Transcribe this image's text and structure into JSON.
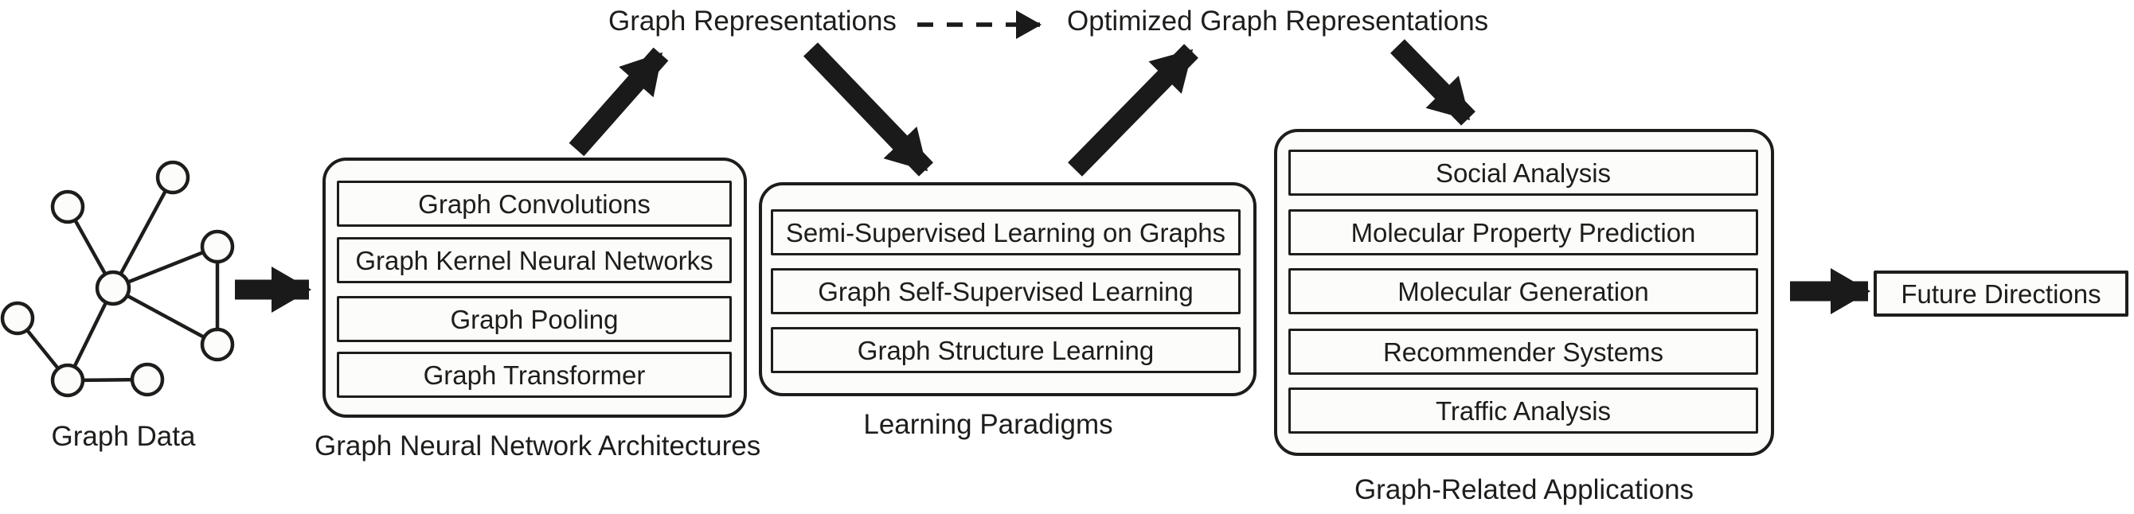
{
  "figure": {
    "colors": {
      "ink": "#1d1d1b",
      "background": "#ffffff",
      "box_fill": "#fcfcfa"
    },
    "graph_data": {
      "label": "Graph Data"
    },
    "top_flow": {
      "graph_representations": "Graph Representations",
      "optimized_graph_representations": "Optimized Graph Representations"
    },
    "gnn_architectures": {
      "label": "Graph Neural Network Architectures",
      "items": [
        "Graph Convolutions",
        "Graph Kernel Neural Networks",
        "Graph Pooling",
        "Graph Transformer"
      ]
    },
    "learning_paradigms": {
      "label": "Learning Paradigms",
      "items": [
        "Semi-Supervised Learning on Graphs",
        "Graph Self-Supervised Learning",
        "Graph Structure Learning"
      ]
    },
    "applications": {
      "label": "Graph-Related Applications",
      "items": [
        "Social Analysis",
        "Molecular Property Prediction",
        "Molecular Generation",
        "Recommender Systems",
        "Traffic Analysis"
      ]
    },
    "future_directions": {
      "label": "Future Directions"
    }
  }
}
